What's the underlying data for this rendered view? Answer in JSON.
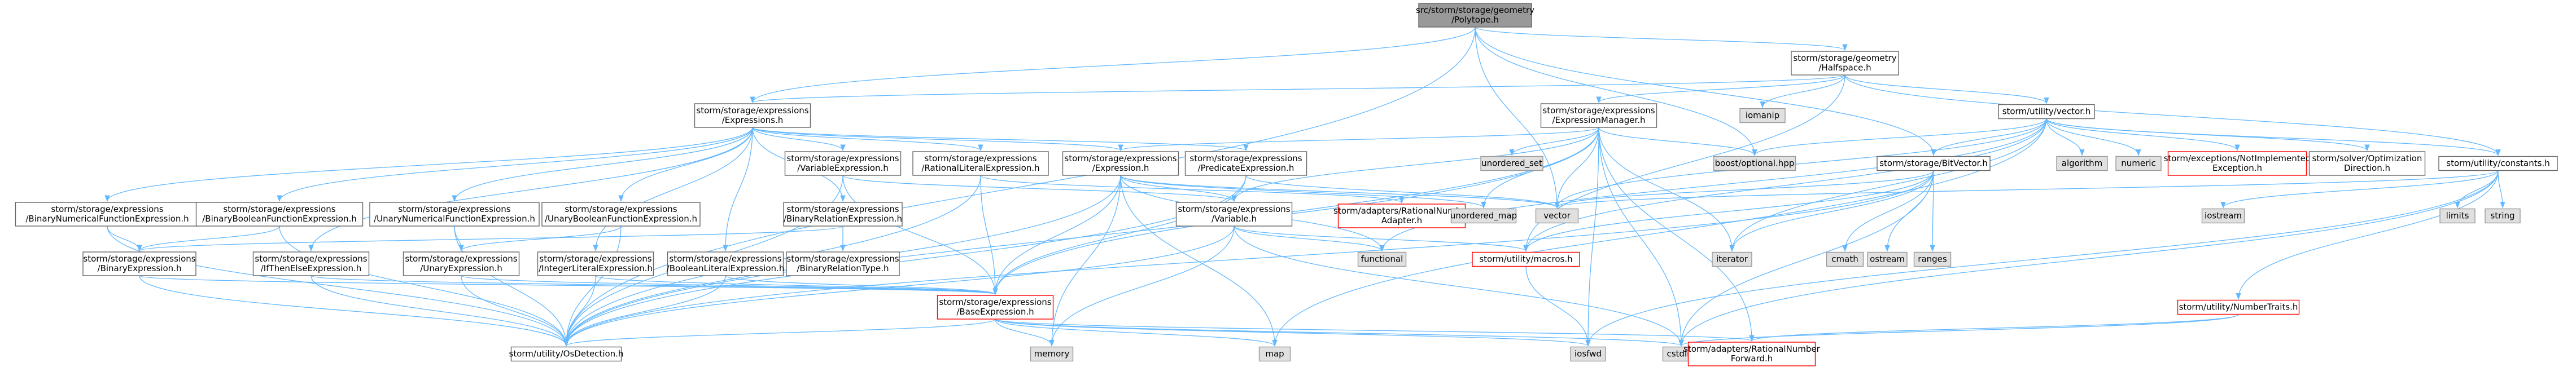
{
  "nodes": [
    {
      "id": "polytope",
      "kind": "root",
      "lines": [
        "src/storm/storage/geometry",
        "/Polytope.h"
      ]
    },
    {
      "id": "halfspace",
      "kind": "doc",
      "lines": [
        "storm/storage/geometry",
        "/Halfspace.h"
      ]
    },
    {
      "id": "expressions",
      "kind": "doc",
      "lines": [
        "storm/storage/expressions",
        "/Expressions.h"
      ]
    },
    {
      "id": "expression_manager",
      "kind": "doc",
      "lines": [
        "storm/storage/expressions",
        "/ExpressionManager.h"
      ]
    },
    {
      "id": "vector_h",
      "kind": "doc",
      "lines": [
        "storm/utility/vector.h"
      ]
    },
    {
      "id": "iomanip",
      "kind": "sys",
      "lines": [
        "iomanip"
      ]
    },
    {
      "id": "binary_numerical_fn",
      "kind": "doc",
      "lines": [
        "storm/storage/expressions",
        "/BinaryNumericalFunctionExpression.h"
      ]
    },
    {
      "id": "binary_boolean_fn",
      "kind": "doc",
      "lines": [
        "storm/storage/expressions",
        "/BinaryBooleanFunctionExpression.h"
      ]
    },
    {
      "id": "unary_numerical_fn",
      "kind": "doc",
      "lines": [
        "storm/storage/expressions",
        "/UnaryNumericalFunctionExpression.h"
      ]
    },
    {
      "id": "unary_boolean_fn",
      "kind": "doc",
      "lines": [
        "storm/storage/expressions",
        "/UnaryBooleanFunctionExpression.h"
      ]
    },
    {
      "id": "variable_expression",
      "kind": "doc",
      "lines": [
        "storm/storage/expressions",
        "/VariableExpression.h"
      ]
    },
    {
      "id": "rational_literal",
      "kind": "doc",
      "lines": [
        "storm/storage/expressions",
        "/RationalLiteralExpression.h"
      ]
    },
    {
      "id": "expression_h",
      "kind": "doc",
      "lines": [
        "storm/storage/expressions",
        "/Expression.h"
      ]
    },
    {
      "id": "predicate_expression",
      "kind": "doc",
      "lines": [
        "storm/storage/expressions",
        "/PredicateExpression.h"
      ]
    },
    {
      "id": "unordered_set",
      "kind": "sys",
      "lines": [
        "unordered_set"
      ]
    },
    {
      "id": "boost_optional",
      "kind": "sys",
      "lines": [
        "boost/optional.hpp"
      ]
    },
    {
      "id": "algorithm",
      "kind": "sys",
      "lines": [
        "algorithm"
      ]
    },
    {
      "id": "numeric",
      "kind": "sys",
      "lines": [
        "numeric"
      ]
    },
    {
      "id": "not_implemented",
      "kind": "red",
      "lines": [
        "storm/exceptions/NotImplemented",
        "Exception.h"
      ]
    },
    {
      "id": "optimization_direction",
      "kind": "doc",
      "lines": [
        "storm/solver/Optimization",
        "Direction.h"
      ]
    },
    {
      "id": "constants",
      "kind": "doc",
      "lines": [
        "storm/utility/constants.h"
      ]
    },
    {
      "id": "bitvector",
      "kind": "doc",
      "lines": [
        "storm/storage/BitVector.h"
      ]
    },
    {
      "id": "rational_number_adapter",
      "kind": "red",
      "lines": [
        "storm/adapters/RationalNumber",
        "Adapter.h"
      ]
    },
    {
      "id": "unordered_map",
      "kind": "sys",
      "lines": [
        "unordered_map"
      ]
    },
    {
      "id": "vector",
      "kind": "sys",
      "lines": [
        "vector"
      ]
    },
    {
      "id": "iterator",
      "kind": "sys",
      "lines": [
        "iterator"
      ]
    },
    {
      "id": "cmath",
      "kind": "sys",
      "lines": [
        "cmath"
      ]
    },
    {
      "id": "ostream",
      "kind": "sys",
      "lines": [
        "ostream"
      ]
    },
    {
      "id": "ranges",
      "kind": "sys",
      "lines": [
        "ranges"
      ]
    },
    {
      "id": "iostream",
      "kind": "sys",
      "lines": [
        "iostream"
      ]
    },
    {
      "id": "limits",
      "kind": "sys",
      "lines": [
        "limits"
      ]
    },
    {
      "id": "string",
      "kind": "sys",
      "lines": [
        "string"
      ]
    },
    {
      "id": "binary_relation",
      "kind": "doc",
      "lines": [
        "storm/storage/expressions",
        "/BinaryRelationExpression.h"
      ]
    },
    {
      "id": "variable_h",
      "kind": "doc",
      "lines": [
        "storm/storage/expressions",
        "/Variable.h"
      ]
    },
    {
      "id": "binary_expression",
      "kind": "doc",
      "lines": [
        "storm/storage/expressions",
        "/BinaryExpression.h"
      ]
    },
    {
      "id": "ite_expression",
      "kind": "doc",
      "lines": [
        "storm/storage/expressions",
        "/IfThenElseExpression.h"
      ]
    },
    {
      "id": "unary_expression",
      "kind": "doc",
      "lines": [
        "storm/storage/expressions",
        "/UnaryExpression.h"
      ]
    },
    {
      "id": "integer_literal",
      "kind": "doc",
      "lines": [
        "storm/storage/expressions",
        "/IntegerLiteralExpression.h"
      ]
    },
    {
      "id": "boolean_literal",
      "kind": "doc",
      "lines": [
        "storm/storage/expressions",
        "/BooleanLiteralExpression.h"
      ]
    },
    {
      "id": "binary_relation_type",
      "kind": "doc",
      "lines": [
        "storm/storage/expressions",
        "/BinaryRelationType.h"
      ]
    },
    {
      "id": "functional",
      "kind": "sys",
      "lines": [
        "functional"
      ]
    },
    {
      "id": "macros",
      "kind": "red",
      "lines": [
        "storm/utility/macros.h"
      ]
    },
    {
      "id": "number_traits",
      "kind": "red",
      "lines": [
        "storm/utility/NumberTraits.h"
      ]
    },
    {
      "id": "base_expression",
      "kind": "red",
      "lines": [
        "storm/storage/expressions",
        "/BaseExpression.h"
      ]
    },
    {
      "id": "os_detection",
      "kind": "doc",
      "lines": [
        "storm/utility/OsDetection.h"
      ]
    },
    {
      "id": "memory",
      "kind": "sys",
      "lines": [
        "memory"
      ]
    },
    {
      "id": "map",
      "kind": "sys",
      "lines": [
        "map"
      ]
    },
    {
      "id": "iosfwd",
      "kind": "sys",
      "lines": [
        "iosfwd"
      ]
    },
    {
      "id": "cstdint",
      "kind": "sys",
      "lines": [
        "cstdint"
      ]
    },
    {
      "id": "rational_number_forward",
      "kind": "red",
      "lines": [
        "storm/adapters/RationalNumber",
        "Forward.h"
      ]
    }
  ],
  "edges": [
    [
      "polytope",
      "halfspace"
    ],
    [
      "polytope",
      "expressions"
    ],
    [
      "polytope",
      "boost_optional"
    ],
    [
      "polytope",
      "bitvector"
    ],
    [
      "polytope",
      "vector"
    ],
    [
      "polytope",
      "os_detection"
    ],
    [
      "halfspace",
      "expressions"
    ],
    [
      "halfspace",
      "expression_manager"
    ],
    [
      "halfspace",
      "iomanip"
    ],
    [
      "halfspace",
      "vector_h"
    ],
    [
      "halfspace",
      "constants"
    ],
    [
      "halfspace",
      "macros"
    ],
    [
      "expressions",
      "binary_numerical_fn"
    ],
    [
      "expressions",
      "binary_boolean_fn"
    ],
    [
      "expressions",
      "unary_numerical_fn"
    ],
    [
      "expressions",
      "unary_boolean_fn"
    ],
    [
      "expressions",
      "variable_expression"
    ],
    [
      "expressions",
      "rational_literal"
    ],
    [
      "expressions",
      "expression_h"
    ],
    [
      "expressions",
      "predicate_expression"
    ],
    [
      "expressions",
      "binary_relation"
    ],
    [
      "expressions",
      "ite_expression"
    ],
    [
      "expressions",
      "integer_literal"
    ],
    [
      "expressions",
      "boolean_literal"
    ],
    [
      "expression_manager",
      "expression_h"
    ],
    [
      "expression_manager",
      "variable_h"
    ],
    [
      "expression_manager",
      "unordered_set"
    ],
    [
      "expression_manager",
      "boost_optional"
    ],
    [
      "expression_manager",
      "unordered_map"
    ],
    [
      "expression_manager",
      "vector"
    ],
    [
      "expression_manager",
      "iterator"
    ],
    [
      "expression_manager",
      "cstdint"
    ],
    [
      "expression_manager",
      "iosfwd"
    ],
    [
      "expression_manager",
      "rational_number_forward"
    ],
    [
      "expression_manager",
      "os_detection"
    ],
    [
      "expression_manager",
      "base_expression"
    ],
    [
      "vector_h",
      "bitvector"
    ],
    [
      "vector_h",
      "constants"
    ],
    [
      "vector_h",
      "boost_optional"
    ],
    [
      "vector_h",
      "algorithm"
    ],
    [
      "vector_h",
      "numeric"
    ],
    [
      "vector_h",
      "not_implemented"
    ],
    [
      "vector_h",
      "optimization_direction"
    ],
    [
      "vector_h",
      "vector"
    ],
    [
      "vector_h",
      "iterator"
    ],
    [
      "vector_h",
      "functional"
    ],
    [
      "vector_h",
      "macros"
    ],
    [
      "vector_h",
      "map"
    ],
    [
      "binary_numerical_fn",
      "binary_expression"
    ],
    [
      "binary_numerical_fn",
      "os_detection"
    ],
    [
      "binary_boolean_fn",
      "binary_expression"
    ],
    [
      "binary_boolean_fn",
      "os_detection"
    ],
    [
      "unary_numerical_fn",
      "unary_expression"
    ],
    [
      "unary_numerical_fn",
      "os_detection"
    ],
    [
      "unary_boolean_fn",
      "unary_expression"
    ],
    [
      "unary_boolean_fn",
      "os_detection"
    ],
    [
      "variable_expression",
      "variable_h"
    ],
    [
      "variable_expression",
      "base_expression"
    ],
    [
      "variable_expression",
      "os_detection"
    ],
    [
      "rational_literal",
      "base_expression"
    ],
    [
      "rational_literal",
      "rational_number_adapter"
    ],
    [
      "rational_literal",
      "os_detection"
    ],
    [
      "expression_h",
      "base_expression"
    ],
    [
      "expression_h",
      "variable_h"
    ],
    [
      "expression_h",
      "unordered_map"
    ],
    [
      "expression_h",
      "vector"
    ],
    [
      "expression_h",
      "memory"
    ],
    [
      "expression_h",
      "map"
    ],
    [
      "expression_h",
      "os_detection"
    ],
    [
      "expression_h",
      "functional"
    ],
    [
      "predicate_expression",
      "base_expression"
    ],
    [
      "predicate_expression",
      "os_detection"
    ],
    [
      "predicate_expression",
      "vector"
    ],
    [
      "binary_relation",
      "binary_expression"
    ],
    [
      "binary_relation",
      "binary_relation_type"
    ],
    [
      "variable_h",
      "functional"
    ],
    [
      "variable_h",
      "macros"
    ],
    [
      "variable_h",
      "memory"
    ],
    [
      "variable_h",
      "cstdint"
    ],
    [
      "variable_h",
      "os_detection"
    ],
    [
      "binary_expression",
      "base_expression"
    ],
    [
      "binary_expression",
      "os_detection"
    ],
    [
      "ite_expression",
      "base_expression"
    ],
    [
      "ite_expression",
      "os_detection"
    ],
    [
      "unary_expression",
      "base_expression"
    ],
    [
      "unary_expression",
      "os_detection"
    ],
    [
      "integer_literal",
      "base_expression"
    ],
    [
      "integer_literal",
      "os_detection"
    ],
    [
      "boolean_literal",
      "base_expression"
    ],
    [
      "boolean_literal",
      "os_detection"
    ],
    [
      "bitvector",
      "vector"
    ],
    [
      "bitvector",
      "iterator"
    ],
    [
      "bitvector",
      "cmath"
    ],
    [
      "bitvector",
      "ostream"
    ],
    [
      "bitvector",
      "ranges"
    ],
    [
      "bitvector",
      "cstdint"
    ],
    [
      "bitvector",
      "os_detection"
    ],
    [
      "bitvector",
      "macros"
    ],
    [
      "constants",
      "iostream"
    ],
    [
      "constants",
      "limits"
    ],
    [
      "constants",
      "string"
    ],
    [
      "constants",
      "vector"
    ],
    [
      "constants",
      "cstdint"
    ],
    [
      "constants",
      "number_traits"
    ],
    [
      "constants",
      "iosfwd"
    ],
    [
      "macros",
      "iosfwd"
    ],
    [
      "number_traits",
      "rational_number_forward"
    ],
    [
      "number_traits",
      "cstdint"
    ],
    [
      "base_expression",
      "os_detection"
    ],
    [
      "base_expression",
      "memory"
    ],
    [
      "base_expression",
      "map"
    ],
    [
      "base_expression",
      "iosfwd"
    ],
    [
      "base_expression",
      "cstdint"
    ],
    [
      "base_expression",
      "rational_number_forward"
    ]
  ]
}
